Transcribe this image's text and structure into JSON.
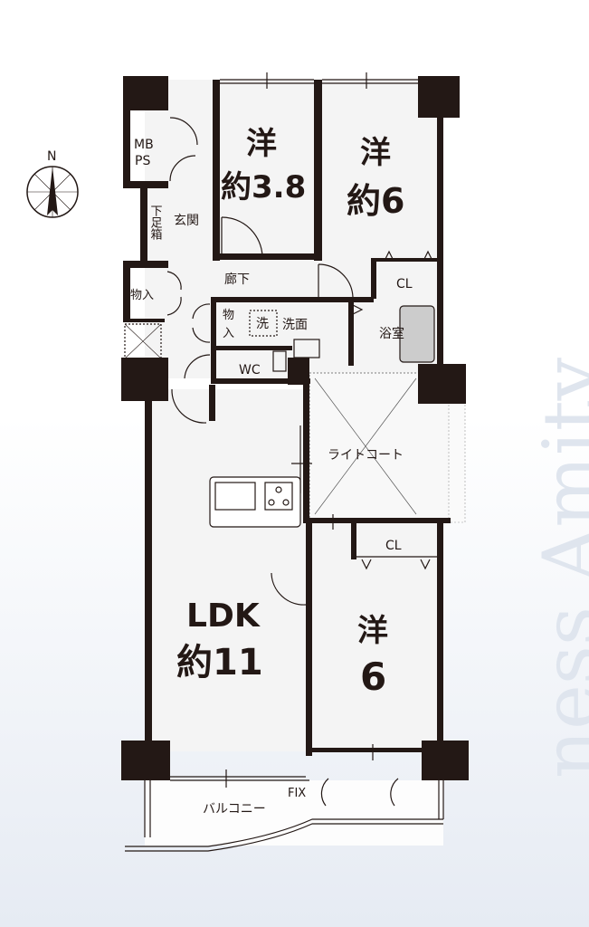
{
  "watermark": "ness Amity",
  "compass": {
    "north_label": "N"
  },
  "rooms": {
    "bedroom_north_small": {
      "type": "洋",
      "size": "約3.8"
    },
    "bedroom_north_large": {
      "type": "洋",
      "size": "約6"
    },
    "bedroom_south": {
      "type": "洋",
      "size": "6"
    },
    "ldk": {
      "type": "LDK",
      "size": "約11"
    }
  },
  "labels": {
    "mbps_line1": "MB",
    "mbps_line2": "PS",
    "entrance": "玄関",
    "shoe_box": "下足箱",
    "storage_left": "物入",
    "hallway": "廊下",
    "storage_small_1": "物",
    "storage_small_2": "入",
    "washer": "洗",
    "washroom": "洗面",
    "bathroom": "浴室",
    "wc": "WC",
    "light_court": "ライトコート",
    "closet_north": "CL",
    "closet_south": "CL",
    "balcony": "バルコニー",
    "fix": "FIX"
  },
  "colors": {
    "wall": "#231815",
    "floor": "#f4f4f4"
  }
}
